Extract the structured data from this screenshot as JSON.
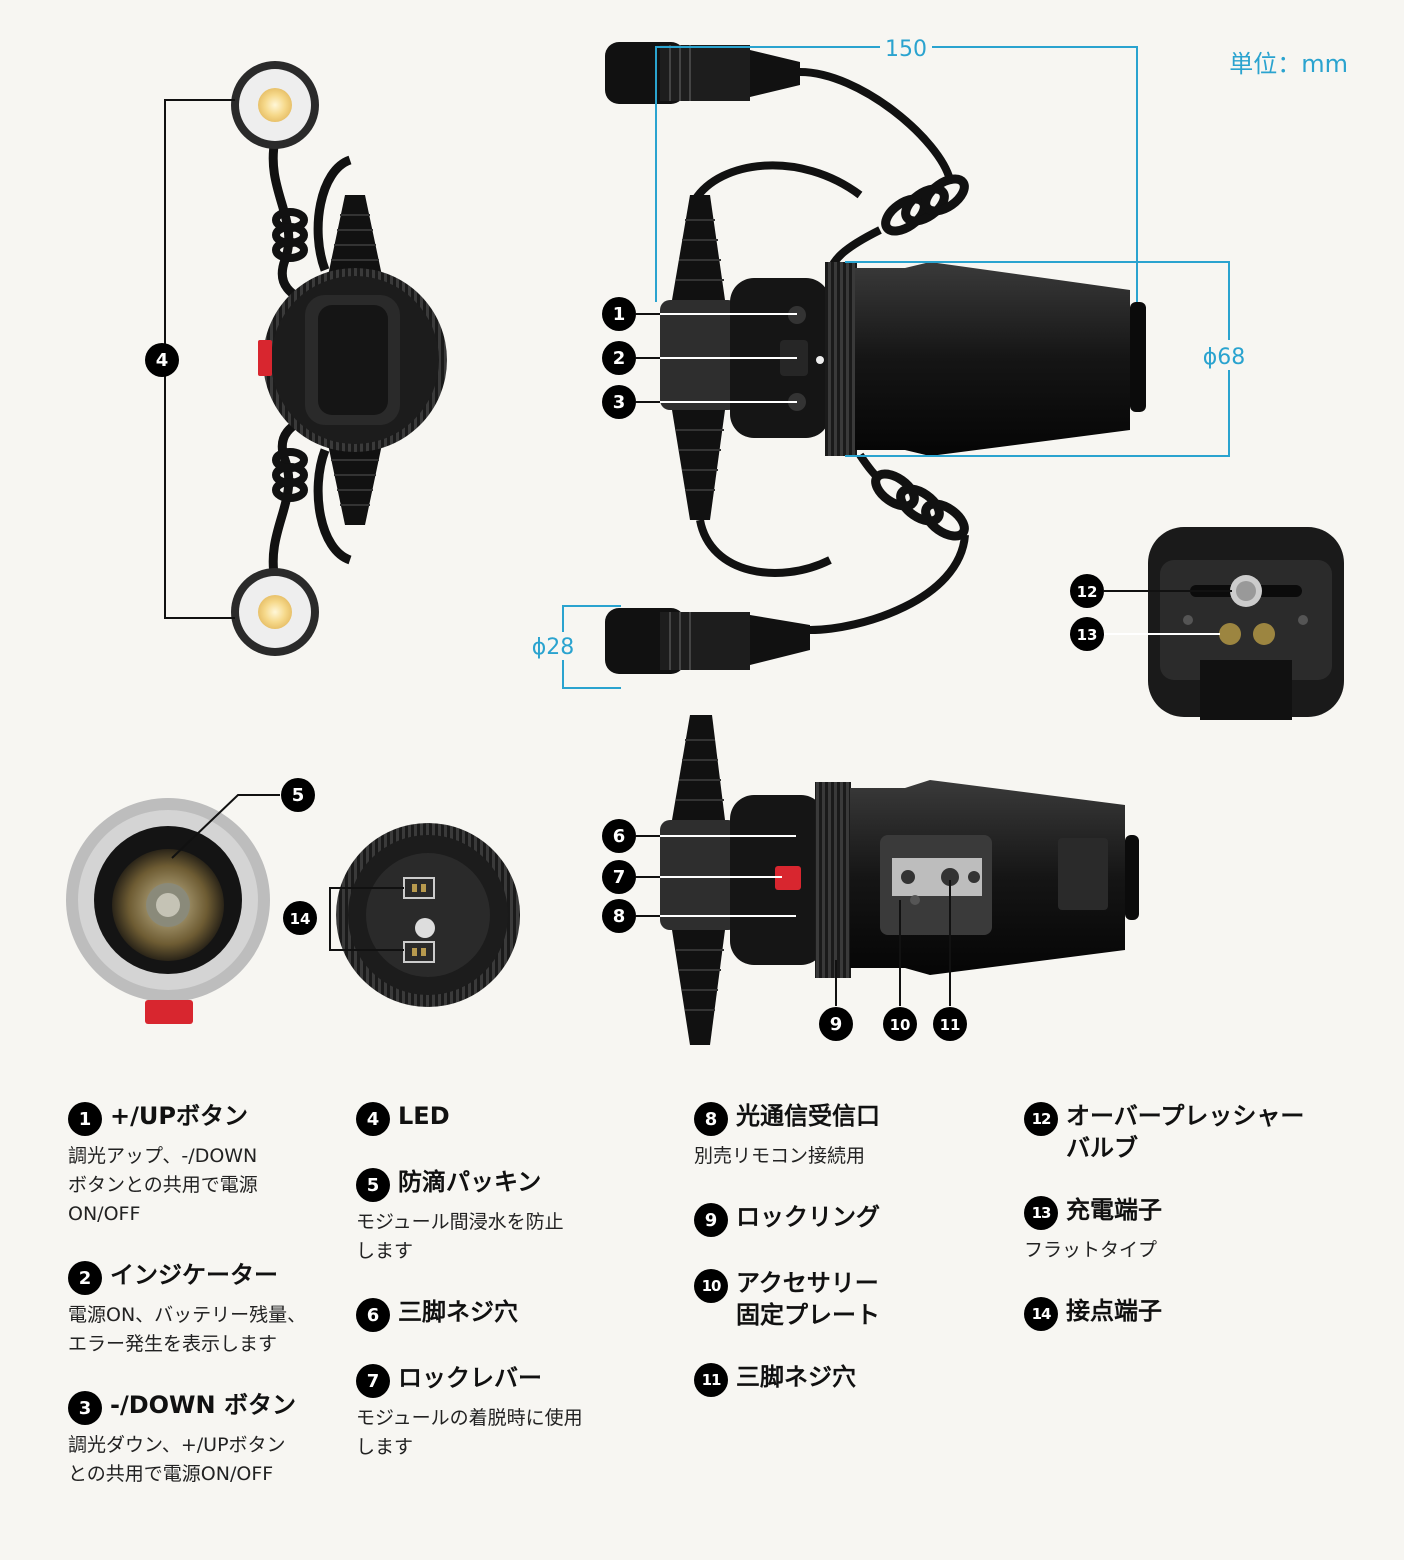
{
  "unit_label": "単位：mm",
  "dimensions": {
    "width": "150",
    "diameter_body": "ϕ68",
    "diameter_led": "ϕ28"
  },
  "callouts": [
    "1",
    "2",
    "3",
    "4",
    "5",
    "6",
    "7",
    "8",
    "9",
    "10",
    "11",
    "12",
    "13",
    "14"
  ],
  "legend": {
    "col1": [
      {
        "num": "1",
        "title": "+/UPボタン",
        "desc": "調光アップ、-/DOWN\nボタンとの共用で電源\nON/OFF"
      },
      {
        "num": "2",
        "title": "インジケーター",
        "desc": "電源ON、バッテリー残量、\nエラー発生を表示します"
      },
      {
        "num": "3",
        "title": "-/DOWN ボタン",
        "desc": "調光ダウン、+/UPボタン\nとの共用で電源ON/OFF"
      }
    ],
    "col2": [
      {
        "num": "4",
        "title": "LED",
        "desc": ""
      },
      {
        "num": "5",
        "title": "防滴パッキン",
        "desc": "モジュール間浸水を防止\nします"
      },
      {
        "num": "6",
        "title": "三脚ネジ穴",
        "desc": ""
      },
      {
        "num": "7",
        "title": "ロックレバー",
        "desc": "モジュールの着脱時に使用\nします"
      }
    ],
    "col3": [
      {
        "num": "8",
        "title": "光通信受信口",
        "desc": "別売リモコン接続用"
      },
      {
        "num": "9",
        "title": "ロックリング",
        "desc": ""
      },
      {
        "num": "10",
        "title": "アクセサリー\n固定プレート",
        "desc": ""
      },
      {
        "num": "11",
        "title": "三脚ネジ穴",
        "desc": ""
      }
    ],
    "col4": [
      {
        "num": "12",
        "title": "オーバープレッシャー\nバルブ",
        "desc": ""
      },
      {
        "num": "13",
        "title": "充電端子",
        "desc": "フラットタイプ"
      },
      {
        "num": "14",
        "title": "接点端子",
        "desc": ""
      }
    ]
  },
  "colors": {
    "accent": "#2aa3cf",
    "background": "#f7f6f2",
    "lever_red": "#d8262f"
  }
}
